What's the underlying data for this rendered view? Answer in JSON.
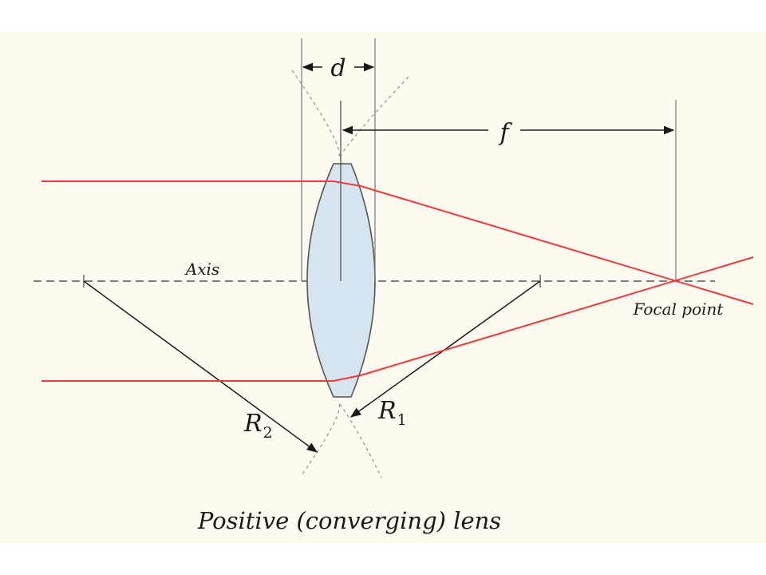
{
  "labels": {
    "thickness": "d",
    "focal_length": "f",
    "axis": "Axis",
    "focal_point": "Focal point",
    "radius1_main": "R",
    "radius1_sub": "1",
    "radius2_main": "R",
    "radius2_sub": "2"
  },
  "caption": "Positive (converging) lens",
  "colors": {
    "panel_background": "#fdfaf0",
    "lens_fill": "#d6e4ef",
    "lens_stroke": "#555555",
    "ray": "#ee3b3b",
    "construction_line": "#888888",
    "dimension_line": "#1a1a1a"
  }
}
